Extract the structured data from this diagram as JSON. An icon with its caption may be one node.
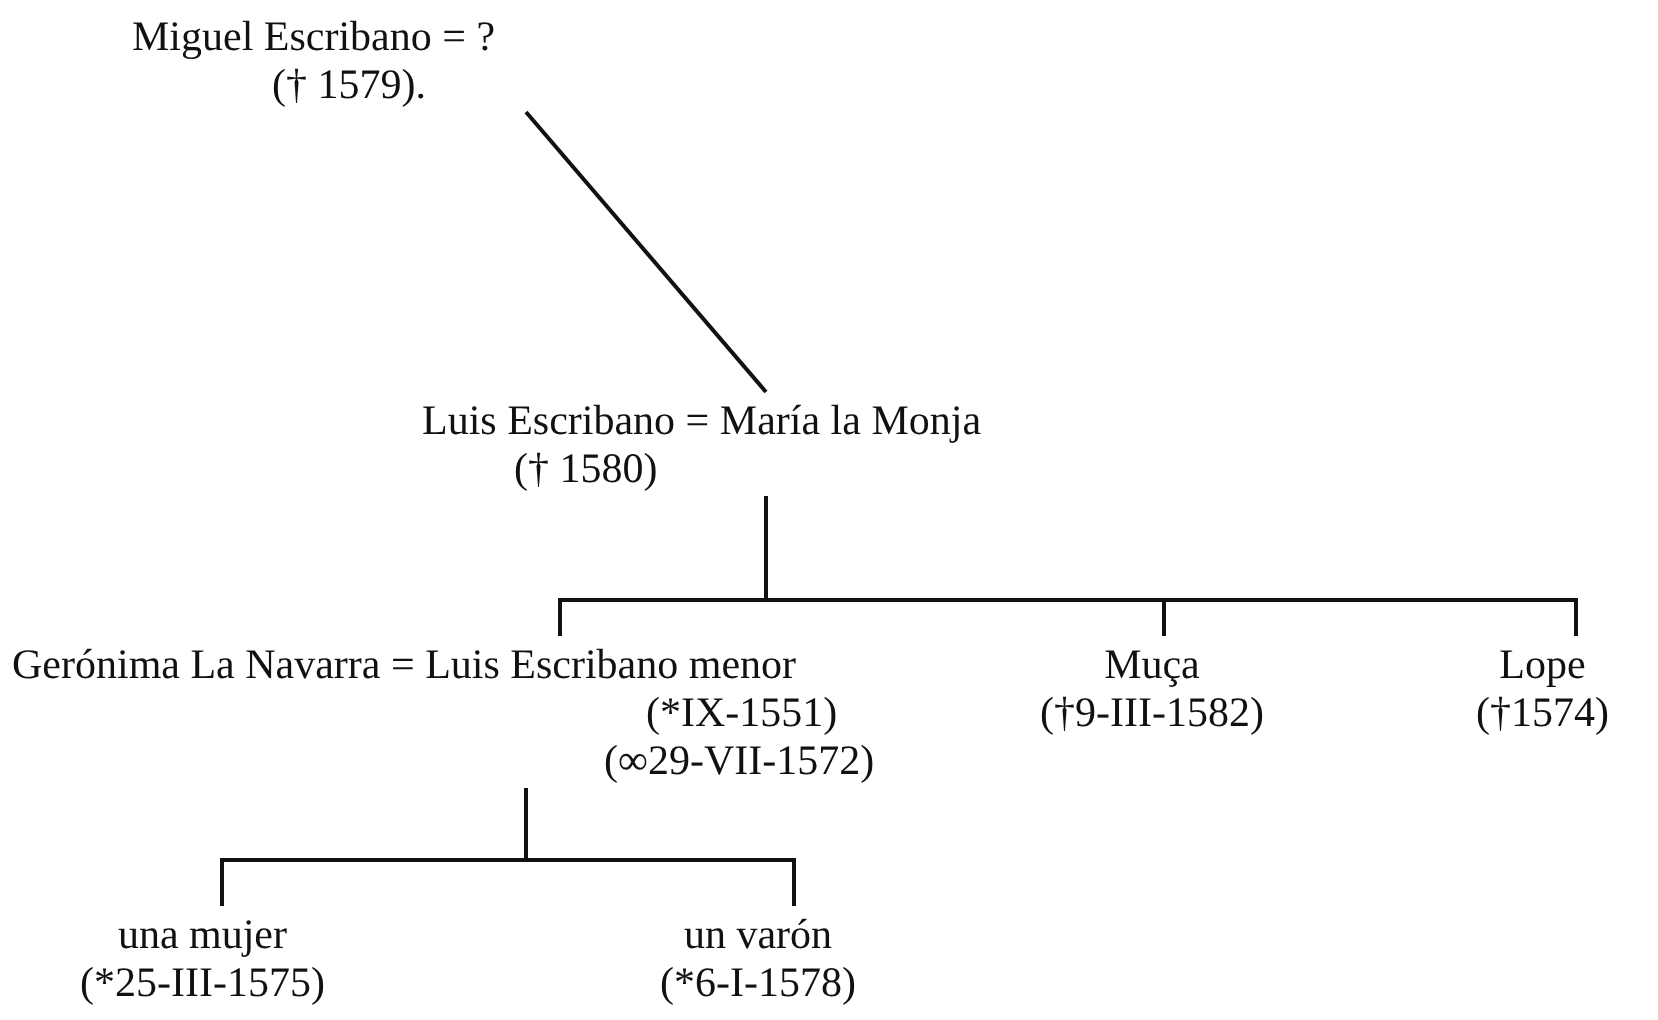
{
  "diagram": {
    "nodes": [
      {
        "text": [
          "Miguel Escribano = ?",
          "(† 1579)."
        ]
      },
      {
        "text": [
          "Luis Escribano = María la Monja",
          "(† 1580)"
        ]
      },
      {
        "text": [
          "Gerónima La Navarra = Luis Escribano menor",
          "(*IX-1551)",
          "(∞29-VII-1572)"
        ]
      },
      {
        "text": [
          "Muça",
          "(†9-III-1582)"
        ]
      },
      {
        "text": [
          "Lope",
          "(†1574)"
        ]
      },
      {
        "text": [
          "una mujer",
          "(*25-III-1575)"
        ]
      },
      {
        "text": [
          "un varón",
          "(*6-I-1578)"
        ]
      }
    ],
    "edges": [
      {
        "from": 0,
        "to": 1,
        "arrow": "none"
      },
      {
        "from": 1,
        "to": 2,
        "arrow": "none"
      },
      {
        "from": 1,
        "to": 3,
        "arrow": "none"
      },
      {
        "from": 1,
        "to": 4,
        "arrow": "none"
      },
      {
        "from": 2,
        "to": 5,
        "arrow": "none"
      },
      {
        "from": 2,
        "to": 6,
        "arrow": "none"
      }
    ]
  }
}
